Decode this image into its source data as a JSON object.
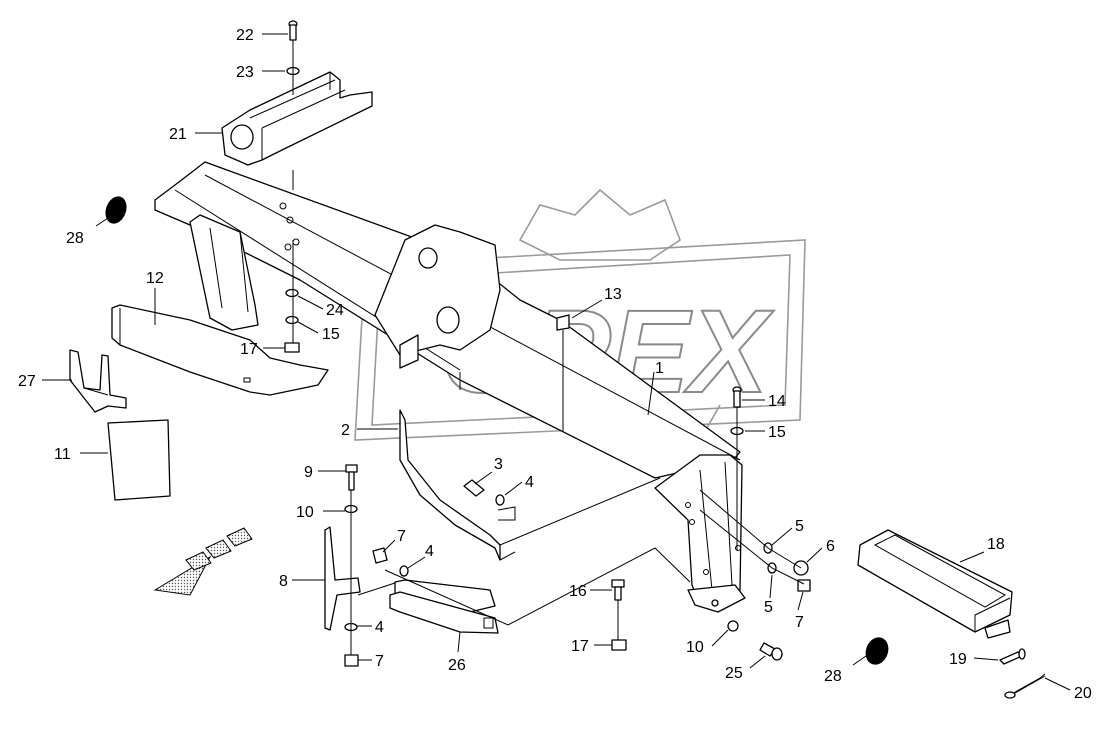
{
  "watermark": {
    "text": "OPEX"
  },
  "part_numbers": {
    "p1": "1",
    "p2": "2",
    "p3": "3",
    "p4a": "4",
    "p4b": "4",
    "p4c": "4",
    "p5a": "5",
    "p5b": "5",
    "p6": "6",
    "p7a": "7",
    "p7b": "7",
    "p7c": "7",
    "p8": "8",
    "p9": "9",
    "p10a": "10",
    "p10b": "10",
    "p11": "11",
    "p12": "12",
    "p13": "13",
    "p14": "14",
    "p15a": "15",
    "p15b": "15",
    "p16": "16",
    "p17a": "17",
    "p17b": "17",
    "p18": "18",
    "p19": "19",
    "p20": "20",
    "p21": "21",
    "p22": "22",
    "p23": "23",
    "p24": "24",
    "p25": "25",
    "p26": "26",
    "p27": "27",
    "p28a": "28",
    "p28b": "28"
  }
}
